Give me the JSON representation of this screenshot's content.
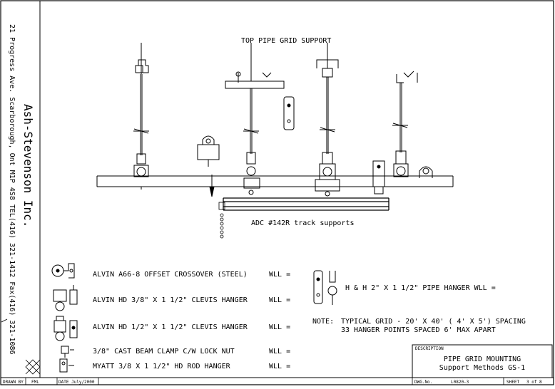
{
  "company": {
    "name": "Ash-Stevenson Inc.",
    "address_line": "21 Progress Ave. Scarborough, Ont M1P 4S8 TEL(416) 321-1412 Fax(416) 321-1086"
  },
  "diagram": {
    "top_title": "TOP PIPE GRID SUPPORT",
    "track_label": "ADC #142R track supports"
  },
  "legend": {
    "items": [
      {
        "label": "ALVIN A66-8 OFFSET CROSSOVER (STEEL)",
        "wll": "WLL ="
      },
      {
        "label": "ALVIN  HD 3/8\"  X 1 1/2\" CLEVIS HANGER",
        "wll": "WLL ="
      },
      {
        "label": "ALVIN  HD 1/2\"  X 1 1/2\" CLEVIS HANGER",
        "wll": "WLL ="
      },
      {
        "label": "3/8\"  CAST BEAM CLAMP C/W LOCK NUT",
        "wll": "WLL ="
      },
      {
        "label": "MYATT 3/8 X 1 1/2\" HD ROD HANGER",
        "wll": "WLL ="
      }
    ],
    "pipe_hanger": "H & H 2\"  X 1 1/2\" PIPE HANGER  WLL =",
    "note_label": "NOTE:",
    "note_line1": "TYPICAL GRID - 20' X 40' ( 4' X 5') SPACING",
    "note_line2": "33 HANGER POINTS SPACED 6' MAX APART"
  },
  "title_block": {
    "description_label": "DESCRIPTION",
    "title_line1": "PIPE GRID MOUNTING",
    "title_line2": "Support Methods GS-1"
  },
  "footer": {
    "drawn_by_label": "DRAWN BY",
    "drawn_by": "FML",
    "date_label": "DATE",
    "date": "July/2000",
    "dwg_label": "DWG.No.",
    "dwg_no": "L0820-3",
    "sheet_label": "SHEET",
    "sheet": "3 of 8"
  }
}
